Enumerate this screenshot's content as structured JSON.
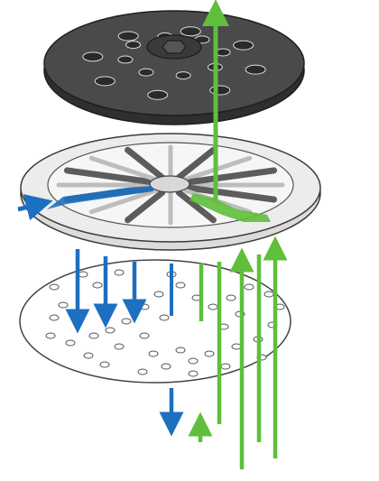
{
  "diagram": {
    "colors": {
      "background": "#ffffff",
      "pad_dark": "#4a4a4a",
      "pad_darker": "#2f2f2f",
      "pad_outline": "#1e1e1e",
      "ring": "#e9e9e9",
      "ring_outline": "#3a3a3a",
      "spoke_dark": "#5c5c5c",
      "spoke_light": "#cfcfcf",
      "disc_fill": "#ffffff",
      "disc_outline": "#444444",
      "hole": "#ffffff",
      "blue": "#1d6fc0",
      "green": "#5fbf3b"
    },
    "layers": [
      {
        "name": "backing-pad",
        "description_shown": false
      },
      {
        "name": "interface-plate",
        "description_shown": false
      },
      {
        "name": "abrasive-disc",
        "description_shown": false
      }
    ],
    "flows": {
      "blue_inflow_count": 1,
      "blue_downflow_count": 4,
      "green_upflow_count": 6
    }
  }
}
